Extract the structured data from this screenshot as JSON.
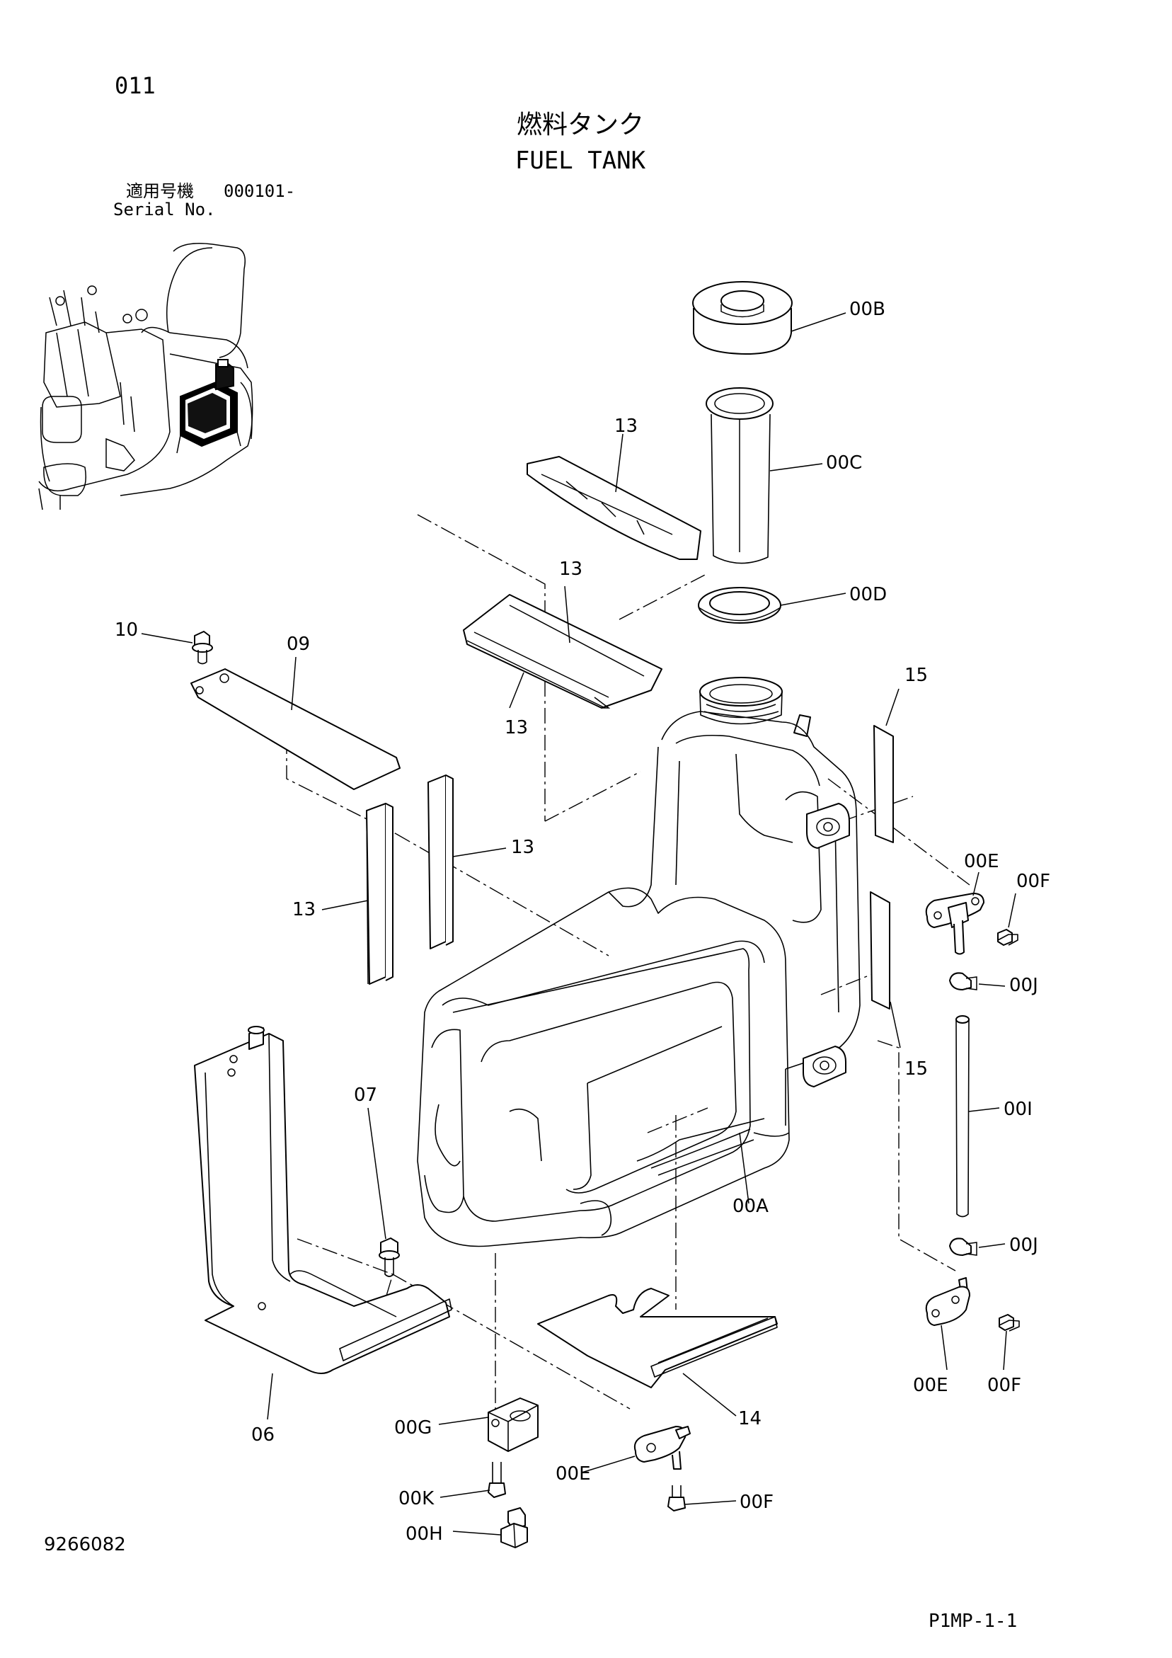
{
  "header": {
    "page_code": "011",
    "title_jp": "燃料タンク",
    "title_en": "FUEL TANK",
    "serial_label_jp": "適用号機",
    "serial_value": "000101-",
    "serial_label_en": "Serial No."
  },
  "footer": {
    "drawing_number": "9266082",
    "page_ref": "P1MP-1-1"
  },
  "callouts": {
    "c00B": "00B",
    "c00C": "00C",
    "c00D": "00D",
    "c13_top": "13",
    "c13_mid": "13",
    "c13_low": "13",
    "c13_right": "13",
    "c13_left": "13",
    "c10": "10",
    "c09": "09",
    "c15_top": "15",
    "c15_bot": "15",
    "c00E_top": "00E",
    "c00F_top": "00F",
    "c00J_top": "00J",
    "c00I": "00I",
    "c00J_bot": "00J",
    "c00A": "00A",
    "c07": "07",
    "c06": "06",
    "c14": "14",
    "c00E_right": "00E",
    "c00F_right": "00F",
    "c00G": "00G",
    "c00E_bot": "00E",
    "c00K": "00K",
    "c00F_bot": "00F",
    "c00H": "00H"
  }
}
